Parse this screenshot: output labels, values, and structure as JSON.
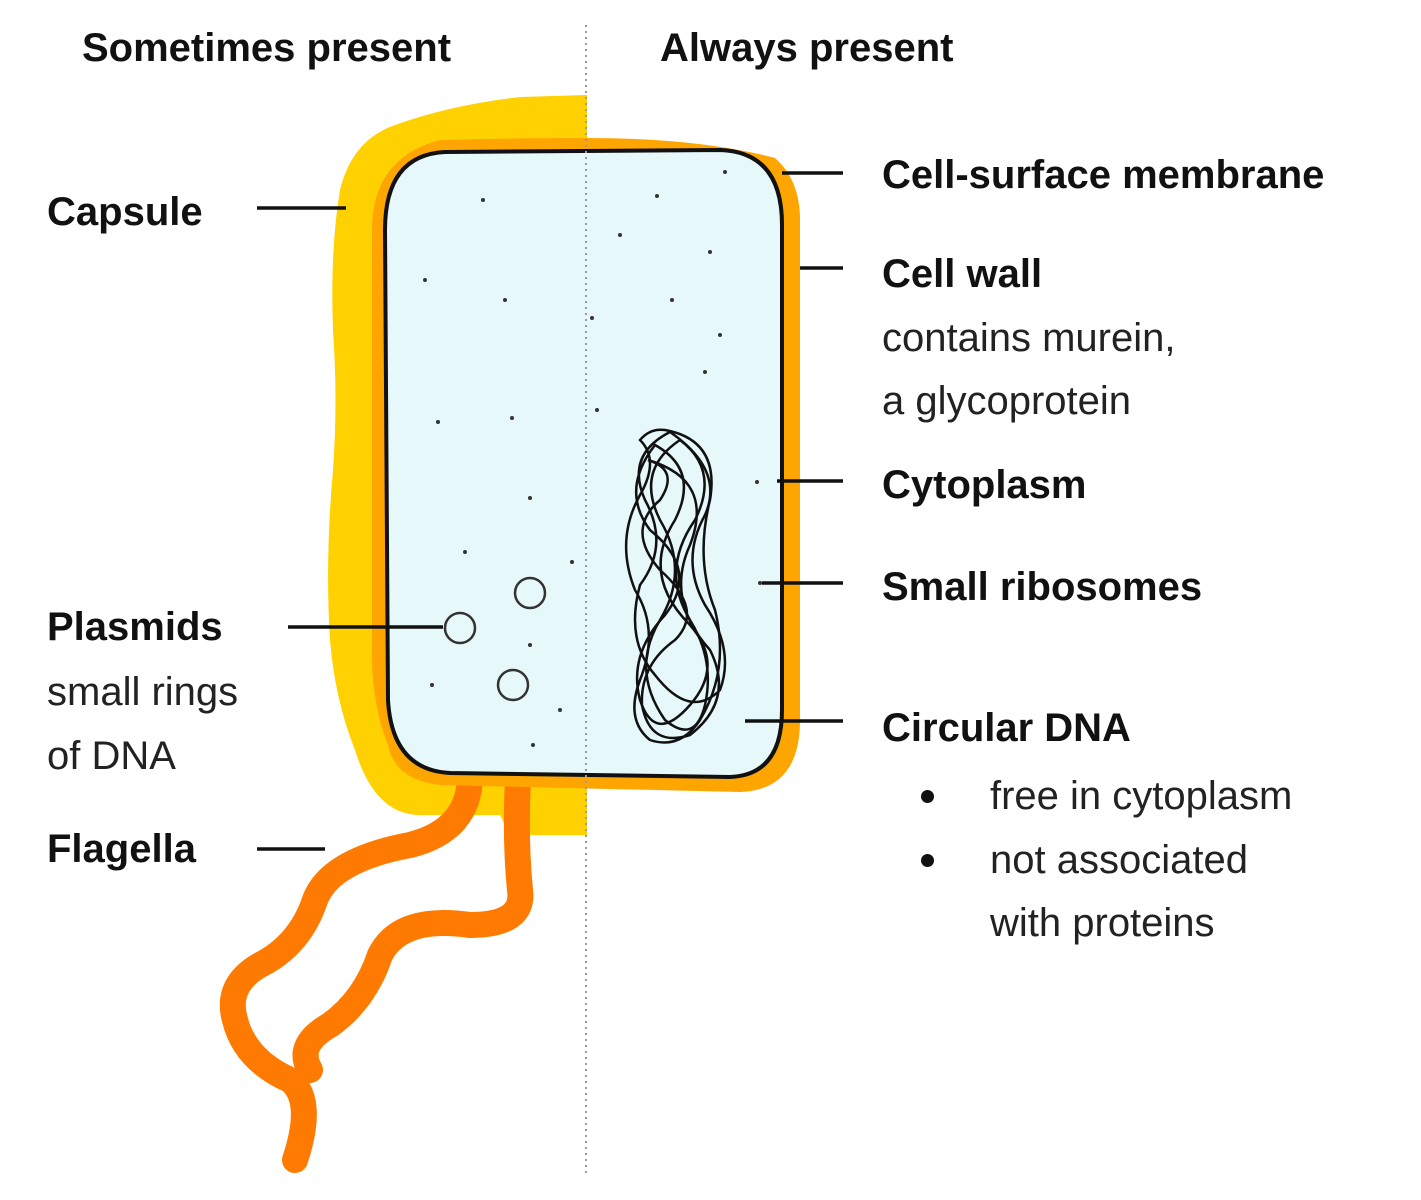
{
  "headings": {
    "left": "Sometimes present",
    "right": "Always present"
  },
  "labels": {
    "capsule": "Capsule",
    "plasmids": "Plasmids",
    "plasmids_desc_1": "small rings",
    "plasmids_desc_2": "of DNA",
    "flagella": "Flagella",
    "cell_surface_membrane": "Cell-surface membrane",
    "cell_wall": "Cell wall",
    "cell_wall_desc_1": "contains murein,",
    "cell_wall_desc_2": "a glycoprotein",
    "cytoplasm": "Cytoplasm",
    "small_ribosomes": "Small ribosomes",
    "circular_dna": "Circular DNA",
    "dna_bullets": [
      "free in cytoplasm",
      "not associated",
      "with proteins"
    ]
  },
  "colors": {
    "capsule": "#FFD100",
    "cell_wall": "#FFA500",
    "flagella": "#FF7A00",
    "cytoplasm": "#E6F8FA",
    "outline": "#111111",
    "divider": "#9A9A9A"
  }
}
